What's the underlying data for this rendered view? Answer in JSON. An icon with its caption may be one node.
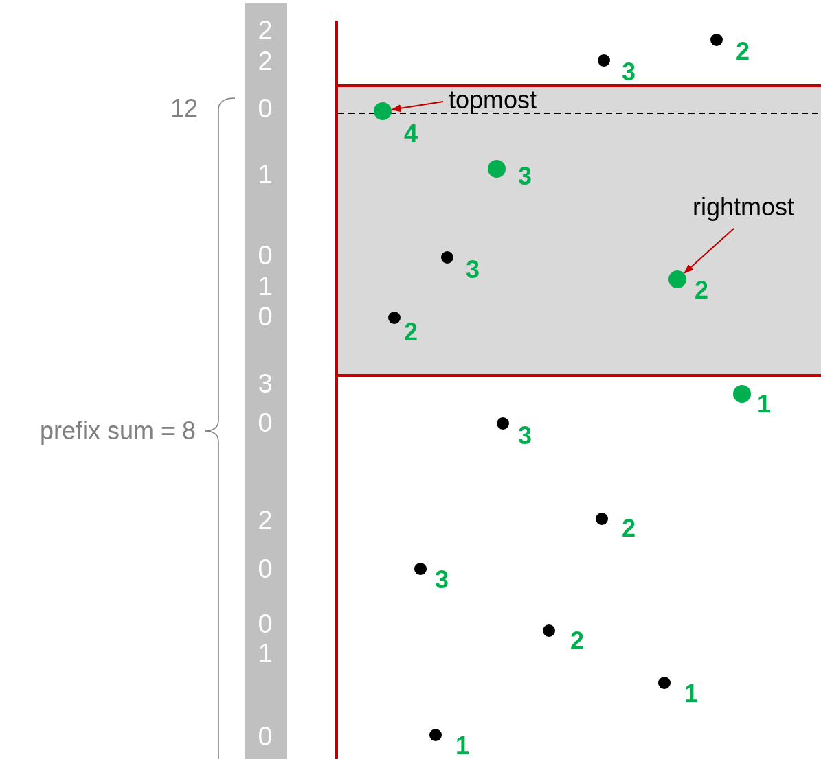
{
  "diagram": {
    "nodes": [
      {
        "text": [
          "topmost"
        ]
      },
      {
        "text": [],
        "shape": "circle"
      },
      {
        "text": [
          "rightmost"
        ]
      },
      {
        "text": [],
        "shape": "circle"
      }
    ],
    "edges": [
      {
        "from": 0,
        "to": 1,
        "arrow": "to"
      },
      {
        "from": 2,
        "to": 3,
        "arrow": "to"
      }
    ],
    "labels": [
      "2",
      "2",
      "0",
      "1",
      "0",
      "1",
      "0",
      "3",
      "0",
      "2",
      "0",
      "0",
      "1",
      "0",
      "12",
      "prefix sum = 8",
      "2",
      "3",
      "4",
      "3",
      "3",
      "2",
      "2",
      "1",
      "3",
      "2",
      "3",
      "2",
      "1",
      "1"
    ]
  }
}
